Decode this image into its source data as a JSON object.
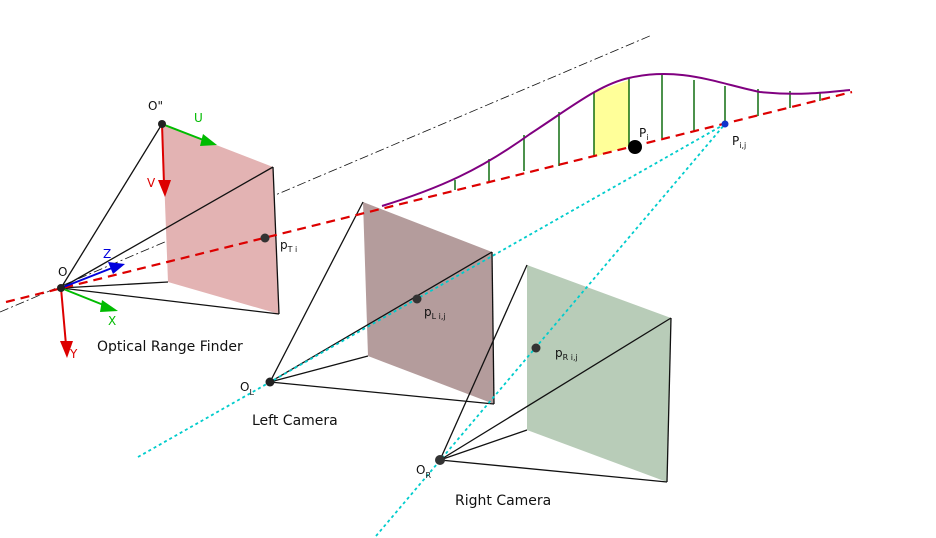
{
  "labels": {
    "range_finder": "Optical Range Finder",
    "left_camera": "Left Camera",
    "right_camera": "Right Camera",
    "origin": "O",
    "origin_pp": "O\"",
    "u": "U",
    "v": "V",
    "x": "X",
    "y": "Y",
    "z": "Z",
    "o_l": "O",
    "o_l_sub": "L",
    "o_r": "O",
    "o_r_sub": "R",
    "p_t": "p",
    "p_t_sub": "T i",
    "p_l": "p",
    "p_l_sub": "L i,j",
    "p_r": "p",
    "p_r_sub": "R i,j",
    "p_i": "P",
    "p_i_sub": "i",
    "p_ij": "P",
    "p_ij_sub": "i,j"
  },
  "colors": {
    "ranger_plane": "#e3b3b3",
    "left_plane": "#b49c9c",
    "right_plane": "#b8ccb8",
    "highlight_strip": "#ffff99",
    "curve": "#800080",
    "hatch": "#006400",
    "red_axis": "#dd0000",
    "cyan_ray": "#00cccc",
    "u_axis": "#00bb00",
    "z_axis": "#0000dd"
  }
}
